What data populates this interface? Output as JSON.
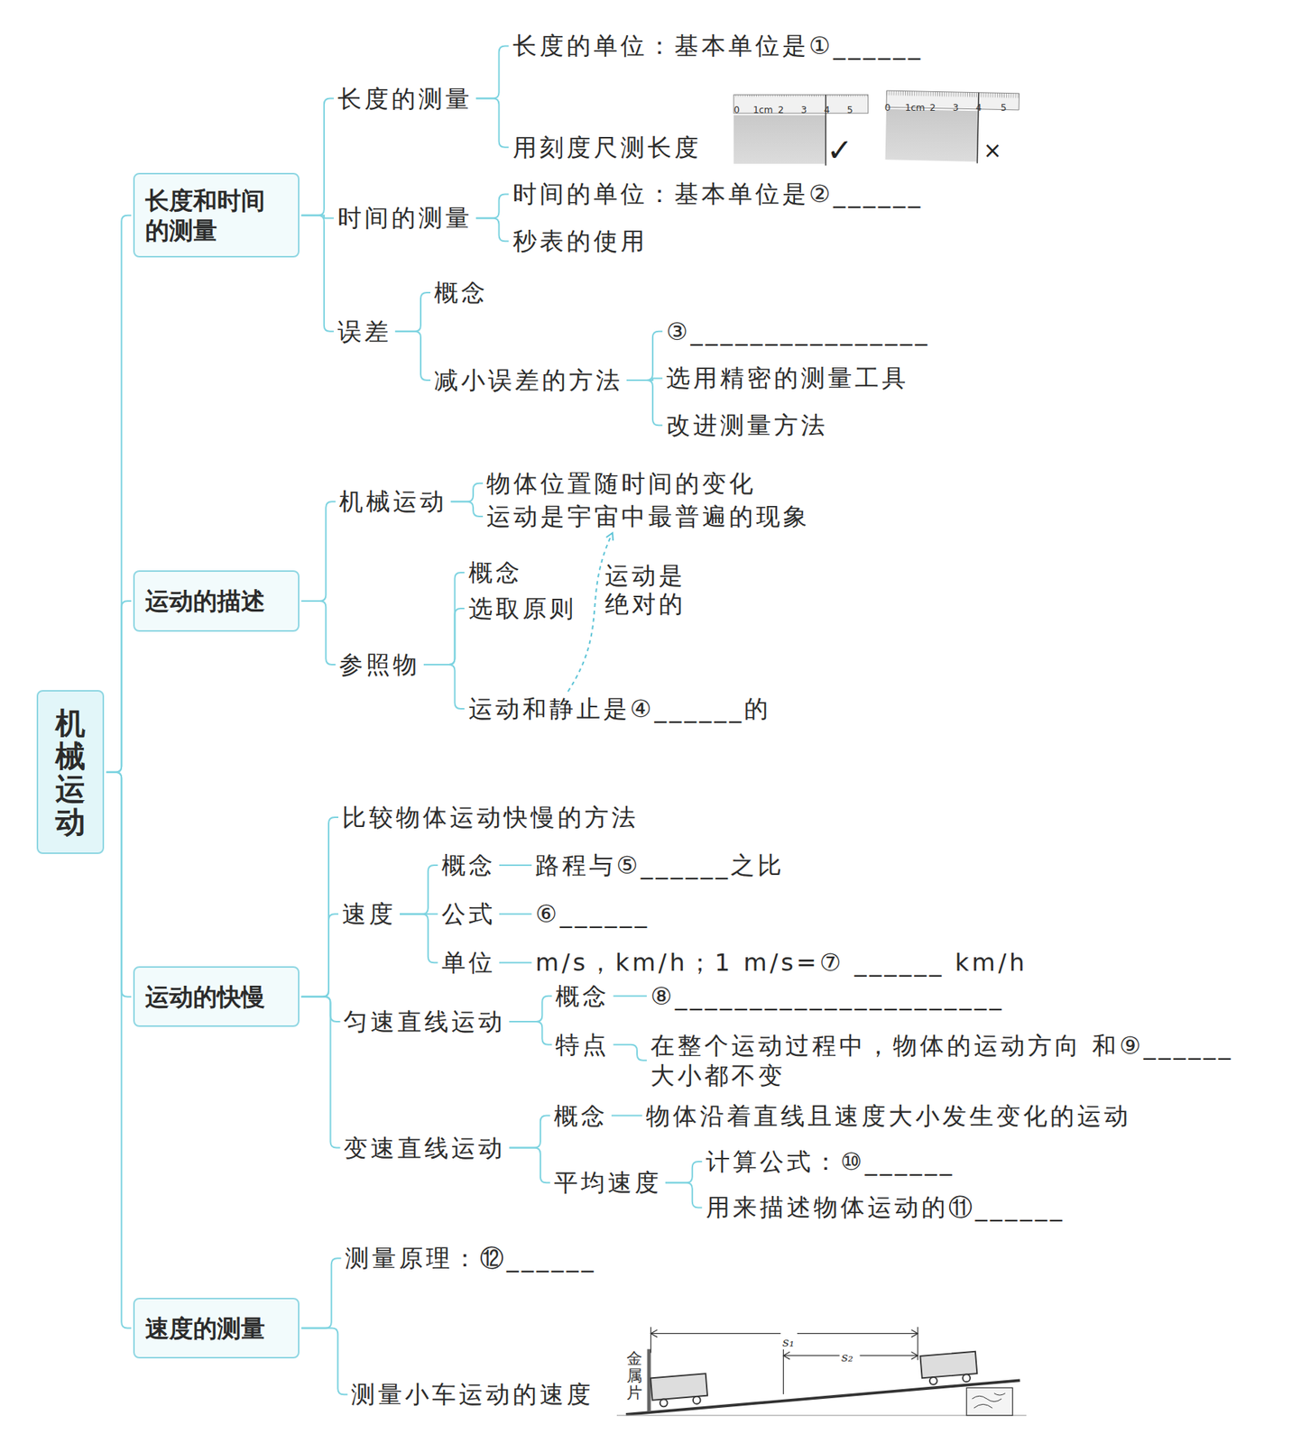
{
  "diagram": {
    "nodes": [
      {
        "text": [
          "机械运动"
        ]
      },
      {
        "text": [
          "长度和时间 的测量"
        ]
      },
      {
        "text": [
          "长度的测量"
        ]
      },
      {
        "text": [
          "长度的单位：基本单位是①______"
        ]
      },
      {
        "text": [
          "用刻度尺测长度"
        ]
      },
      {
        "text": [
          "时间的测量"
        ]
      },
      {
        "text": [
          "时间的单位：基本单位是②______"
        ]
      },
      {
        "text": [
          "秒表的使用"
        ]
      },
      {
        "text": [
          "误差"
        ]
      },
      {
        "text": [
          "概念"
        ]
      },
      {
        "text": [
          "减小误差的方法"
        ]
      },
      {
        "text": [
          "③________________"
        ]
      },
      {
        "text": [
          "选用精密的测量工具"
        ]
      },
      {
        "text": [
          "改进测量方法"
        ]
      },
      {
        "text": [
          "运动的描述"
        ]
      },
      {
        "text": [
          "机械运动"
        ]
      },
      {
        "text": [
          "物体位置随时间的变化"
        ]
      },
      {
        "text": [
          "运动是宇宙中最普遍的现象"
        ]
      },
      {
        "text": [
          "参照物"
        ]
      },
      {
        "text": [
          "概念"
        ]
      },
      {
        "text": [
          "选取原则"
        ]
      },
      {
        "text": [
          "运动和静止是④______的"
        ]
      },
      {
        "text": [
          "运动的快慢"
        ]
      },
      {
        "text": [
          "比较物体运动快慢的方法"
        ]
      },
      {
        "text": [
          "速度"
        ]
      },
      {
        "text": [
          "概念"
        ]
      },
      {
        "text": [
          "路程与⑤______之比"
        ]
      },
      {
        "text": [
          "公式"
        ]
      },
      {
        "text": [
          "⑥______"
        ]
      },
      {
        "text": [
          "单位"
        ]
      },
      {
        "text": [
          "m/s，km/h；1 m/s=⑦ ______ km/h"
        ]
      },
      {
        "text": [
          "匀速直线运动"
        ]
      },
      {
        "text": [
          "概念"
        ]
      },
      {
        "text": [
          "⑧______________________"
        ]
      },
      {
        "text": [
          "特点"
        ]
      },
      {
        "text": [
          "在整个运动过程中，物体的运动方向 和⑨______ 大小都不变"
        ]
      },
      {
        "text": [
          "变速直线运动"
        ]
      },
      {
        "text": [
          "概念"
        ]
      },
      {
        "text": [
          "物体沿着直线且速度大小发生变化的运动"
        ]
      },
      {
        "text": [
          "平均速度"
        ]
      },
      {
        "text": [
          "计算公式：⑩______"
        ]
      },
      {
        "text": [
          "用来描述物体运动的⑪______"
        ]
      },
      {
        "text": [
          "速度的测量"
        ]
      },
      {
        "text": [
          "测量原理：⑫______"
        ]
      },
      {
        "text": [
          "测量小车运动的速度"
        ]
      }
    ],
    "edges": [
      {
        "from": 0,
        "to": 1,
        "arrow": "none"
      },
      {
        "from": 0,
        "to": 14,
        "arrow": "none"
      },
      {
        "from": 0,
        "to": 22,
        "arrow": "none"
      },
      {
        "from": 0,
        "to": 42,
        "arrow": "none"
      },
      {
        "from": 1,
        "to": 2,
        "arrow": "none"
      },
      {
        "from": 1,
        "to": 5,
        "arrow": "none"
      },
      {
        "from": 1,
        "to": 8,
        "arrow": "none"
      },
      {
        "from": 2,
        "to": 3,
        "arrow": "none"
      },
      {
        "from": 2,
        "to": 4,
        "arrow": "none"
      },
      {
        "from": 5,
        "to": 6,
        "arrow": "none"
      },
      {
        "from": 5,
        "to": 7,
        "arrow": "none"
      },
      {
        "from": 8,
        "to": 9,
        "arrow": "none"
      },
      {
        "from": 8,
        "to": 10,
        "arrow": "none"
      },
      {
        "from": 10,
        "to": 11,
        "arrow": "none"
      },
      {
        "from": 10,
        "to": 12,
        "arrow": "none"
      },
      {
        "from": 10,
        "to": 13,
        "arrow": "none"
      },
      {
        "from": 14,
        "to": 15,
        "arrow": "none"
      },
      {
        "from": 14,
        "to": 18,
        "arrow": "none"
      },
      {
        "from": 15,
        "to": 16,
        "arrow": "none"
      },
      {
        "from": 15,
        "to": 17,
        "arrow": "none"
      },
      {
        "from": 18,
        "to": 19,
        "arrow": "none"
      },
      {
        "from": 18,
        "to": 20,
        "arrow": "none"
      },
      {
        "from": 18,
        "to": 21,
        "arrow": "none"
      },
      {
        "from": 21,
        "to": 17,
        "label": "运动是绝对的",
        "arrow": "to"
      },
      {
        "from": 22,
        "to": 23,
        "arrow": "none"
      },
      {
        "from": 22,
        "to": 24,
        "arrow": "none"
      },
      {
        "from": 22,
        "to": 31,
        "arrow": "none"
      },
      {
        "from": 22,
        "to": 36,
        "arrow": "none"
      },
      {
        "from": 24,
        "to": 25,
        "arrow": "none"
      },
      {
        "from": 24,
        "to": 27,
        "arrow": "none"
      },
      {
        "from": 24,
        "to": 29,
        "arrow": "none"
      },
      {
        "from": 25,
        "to": 26,
        "arrow": "none"
      },
      {
        "from": 27,
        "to": 28,
        "arrow": "none"
      },
      {
        "from": 29,
        "to": 30,
        "arrow": "none"
      },
      {
        "from": 31,
        "to": 32,
        "arrow": "none"
      },
      {
        "from": 31,
        "to": 34,
        "arrow": "none"
      },
      {
        "from": 32,
        "to": 33,
        "arrow": "none"
      },
      {
        "from": 34,
        "to": 35,
        "arrow": "none"
      },
      {
        "from": 36,
        "to": 37,
        "arrow": "none"
      },
      {
        "from": 36,
        "to": 39,
        "arrow": "none"
      },
      {
        "from": 37,
        "to": 38,
        "arrow": "none"
      },
      {
        "from": 39,
        "to": 40,
        "arrow": "none"
      },
      {
        "from": 39,
        "to": 41,
        "arrow": "none"
      },
      {
        "from": 42,
        "to": 43,
        "arrow": "none"
      },
      {
        "from": 42,
        "to": 44,
        "arrow": "none"
      }
    ],
    "labels": [
      "0",
      "1cm",
      "2",
      "3",
      "4",
      "5",
      "0",
      "1cm",
      "2",
      "3",
      "4",
      "5",
      "✓",
      "×",
      "金属片",
      "s₁",
      "s₂"
    ]
  }
}
